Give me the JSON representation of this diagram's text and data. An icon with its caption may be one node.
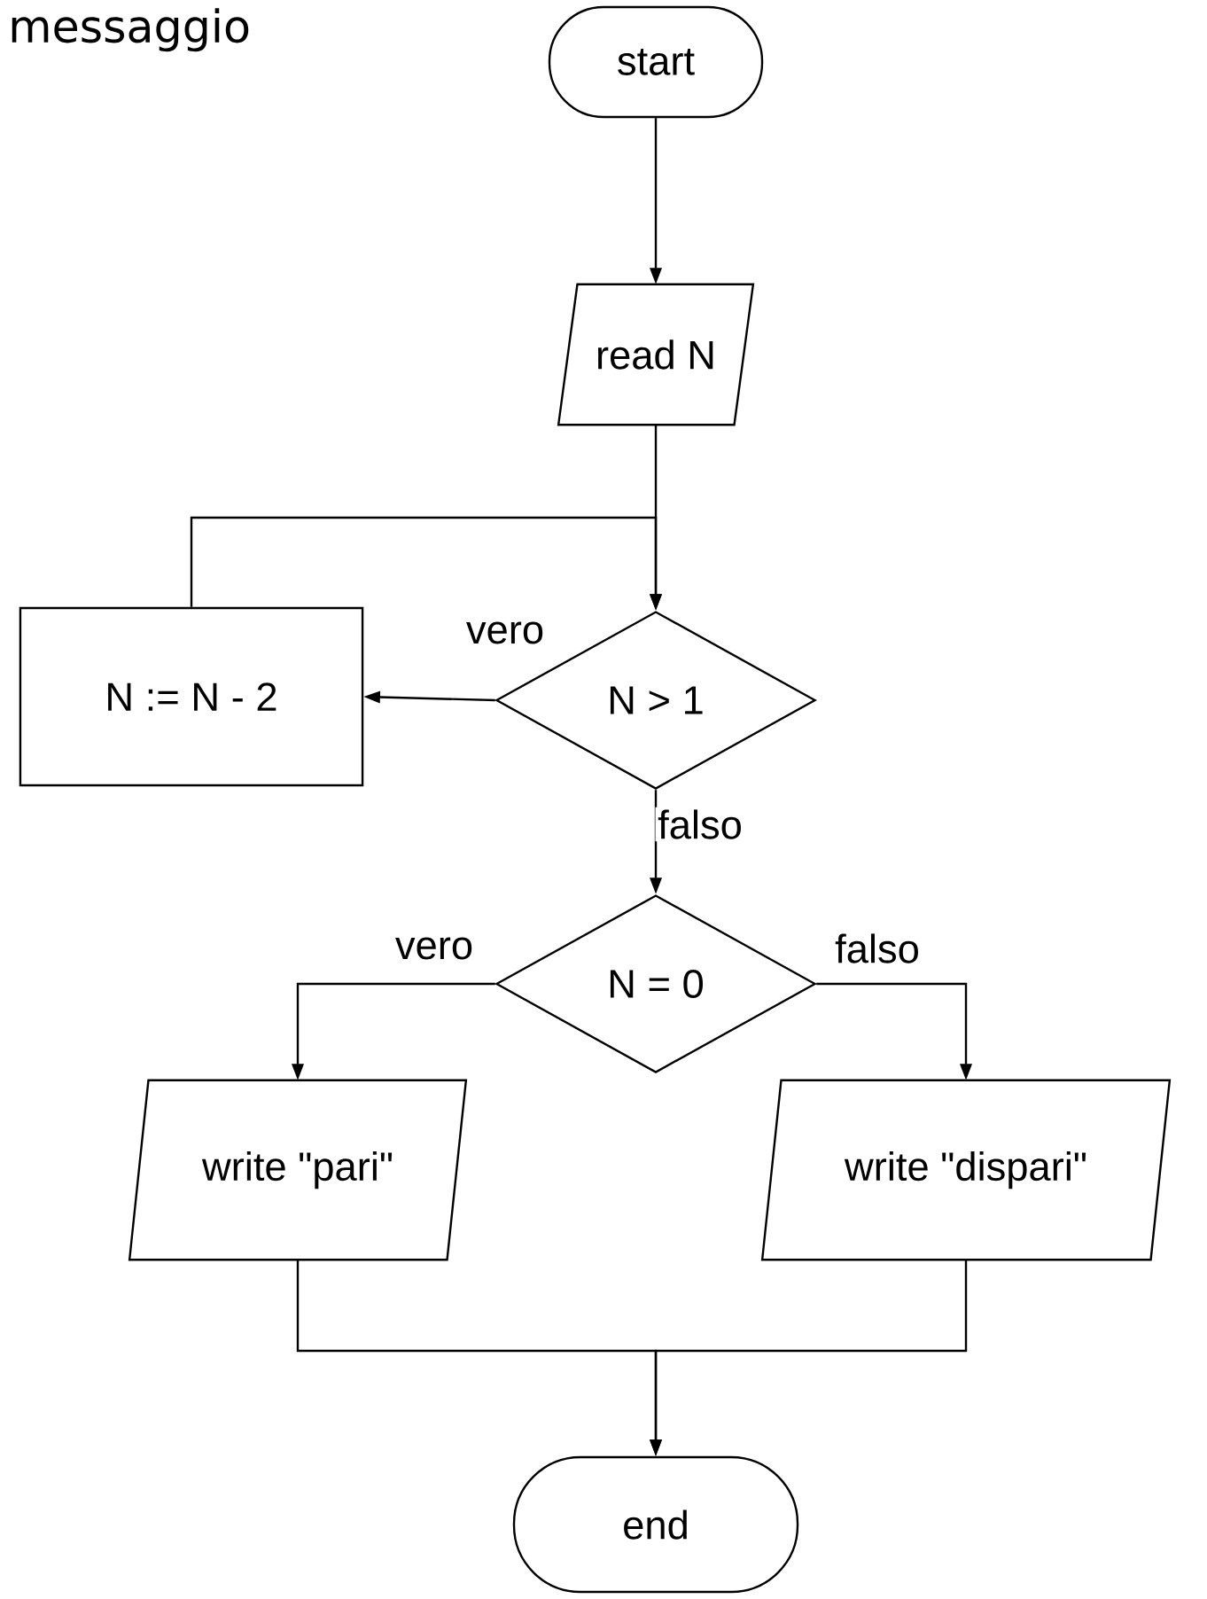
{
  "diagram": {
    "nodes": [
      {
        "text": [
          "start"
        ]
      },
      {
        "text": [
          "read N"
        ]
      },
      {
        "text": [
          "N > 1"
        ]
      },
      {
        "text": [
          "N := N - 2"
        ]
      },
      {
        "text": [
          "N = 0"
        ]
      },
      {
        "text": [
          "write \"pari\""
        ]
      },
      {
        "text": [
          "write \"dispari\""
        ]
      },
      {
        "text": [
          "end"
        ]
      }
    ],
    "edges": [
      {
        "from": 0,
        "to": 1,
        "arrow": "to"
      },
      {
        "from": 1,
        "to": 2,
        "arrow": "to"
      },
      {
        "from": 2,
        "to": 3,
        "arrow": "to",
        "label": "vero"
      },
      {
        "from": 3,
        "to": 2,
        "arrow": "to"
      },
      {
        "from": 2,
        "to": 4,
        "arrow": "to",
        "label": "falso"
      },
      {
        "from": 4,
        "to": 5,
        "arrow": "to",
        "label": "vero"
      },
      {
        "from": 4,
        "to": 6,
        "arrow": "to",
        "label": "falso"
      },
      {
        "from": 5,
        "to": 7,
        "arrow": "to"
      },
      {
        "from": 6,
        "to": 7,
        "arrow": "to"
      }
    ],
    "labels": [
      "messaggio"
    ]
  }
}
